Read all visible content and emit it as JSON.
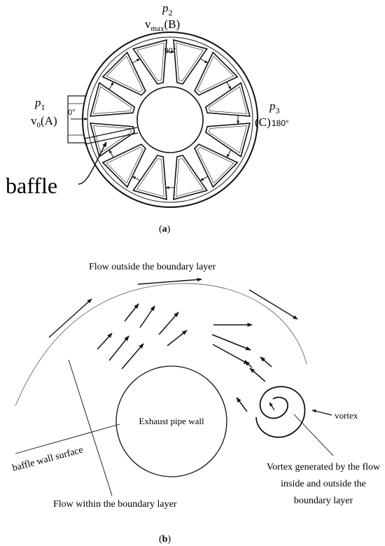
{
  "panel_a": {
    "caption_open": "(",
    "caption_letter": "a",
    "caption_close": ")",
    "p1": {
      "letter": "p",
      "sub": "1"
    },
    "p2": {
      "letter": "p",
      "sub": "2"
    },
    "p3": {
      "letter": "p",
      "sub": "3"
    },
    "v0": {
      "letter": "v",
      "sub": "0",
      "suffix": "(A)"
    },
    "vmax": {
      "letter": "v",
      "sub": "max",
      "suffix": "(B)"
    },
    "c_label": "(C)",
    "angle_0": "0°",
    "angle_90": "90°",
    "angle_180": "180°",
    "baffle_label": "baffle"
  },
  "panel_b": {
    "caption_open": "(",
    "caption_letter": "b",
    "caption_close": ")",
    "flow_outside": "Flow outside the boundary layer",
    "exhaust_pipe_wall": "Exhaust pipe wall",
    "vortex": "vortex",
    "baffle_wall_surface": "baffle wall surface",
    "flow_within": "Flow within the boundary layer",
    "vortex_generated": [
      "Vortex generated by the flow",
      "inside and outside the",
      "boundary layer"
    ]
  },
  "colors": {
    "stroke": "#111111",
    "background": "#ffffff"
  }
}
